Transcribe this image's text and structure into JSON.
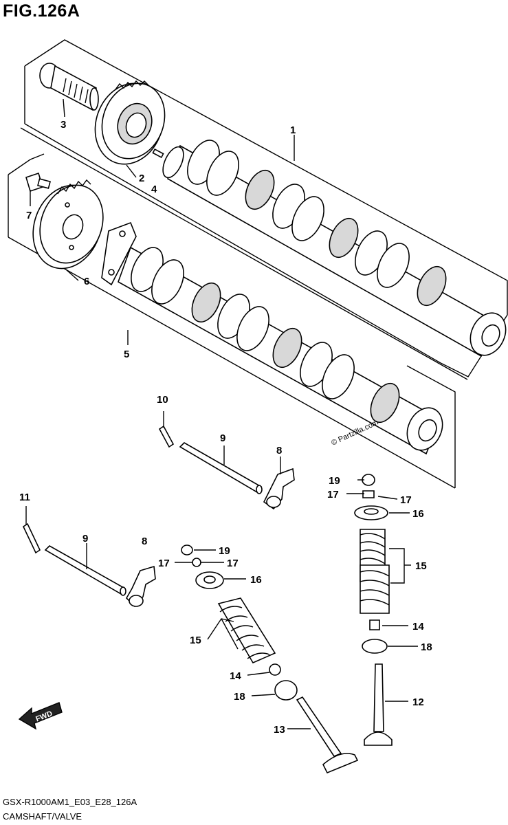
{
  "figure": {
    "title": "FIG.126A",
    "footer_code": "GSX-R1000AM1_E03_E28_126A",
    "footer_name": "CAMSHAFT/VALVE",
    "watermark": "© Partzilla.com",
    "fwd_label": "FWD"
  },
  "callouts": {
    "c1": "1",
    "c2": "2",
    "c3": "3",
    "c4": "4",
    "c5": "5",
    "c6": "6",
    "c7": "7",
    "c8a": "8",
    "c8b": "8",
    "c9a": "9",
    "c9b": "9",
    "c10": "10",
    "c11": "11",
    "c12": "12",
    "c13": "13",
    "c14a": "14",
    "c14b": "14",
    "c15a": "15",
    "c15b": "15",
    "c16a": "16",
    "c16b": "16",
    "c17a": "17",
    "c17b": "17",
    "c17c": "17",
    "c17d": "17",
    "c18a": "18",
    "c18b": "18",
    "c19a": "19",
    "c19b": "19"
  }
}
